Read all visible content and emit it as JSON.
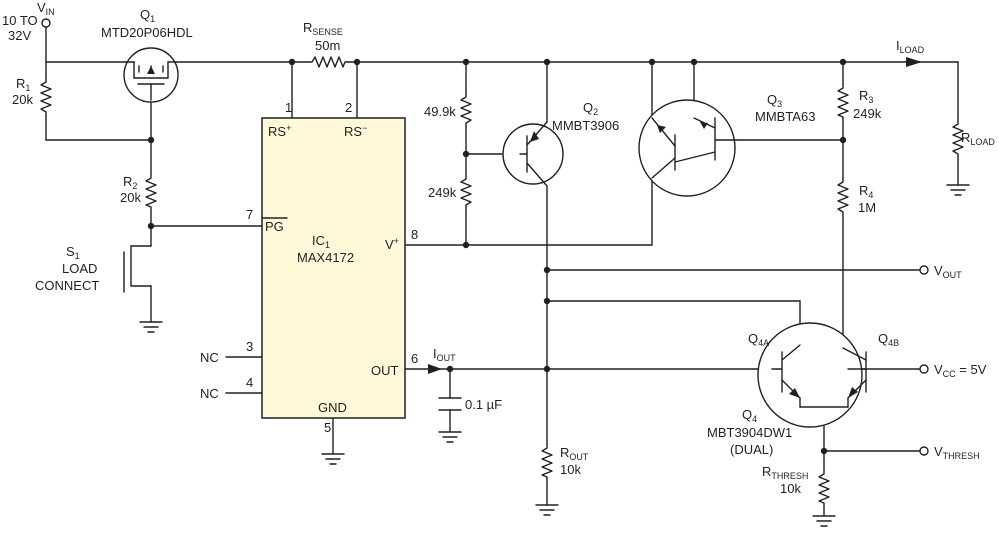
{
  "vin": {
    "main": "V",
    "sub": "IN",
    "range1": "10 TO",
    "range2": "32V"
  },
  "q1": {
    "name": "Q",
    "num": "1",
    "part": "MTD20P06HDL"
  },
  "rsense": {
    "main": "R",
    "sub": "SENSE",
    "value": "50m"
  },
  "r1": {
    "main": "R",
    "sub": "1",
    "value": "20k"
  },
  "r2": {
    "main": "R",
    "sub": "2",
    "value": "20k"
  },
  "s1": {
    "name": "S",
    "sub": "1",
    "line1": "LOAD",
    "line2": "CONNECT"
  },
  "ic1": {
    "name": "IC",
    "sub": "1",
    "part": "MAX4172",
    "rsp": "RS",
    "rsp_sup": "+",
    "rsm": "RS",
    "rsm_sup": "−",
    "pg": "PG",
    "vplus": "V",
    "vplus_sup": "+",
    "out": "OUT",
    "gnd": "GND",
    "pin1": "1",
    "pin2": "2",
    "pin3": "3",
    "pin4": "4",
    "pin5": "5",
    "pin6": "6",
    "pin7": "7",
    "pin8": "8"
  },
  "nc": {
    "a": "NC",
    "b": "NC"
  },
  "iout": {
    "main": "I",
    "sub": "OUT"
  },
  "cap": {
    "value": "0.1 µF"
  },
  "ra": {
    "value": "49.9k"
  },
  "rb": {
    "value": "249k"
  },
  "q2": {
    "name": "Q",
    "sub": "2",
    "part": "MMBT3906"
  },
  "q3": {
    "name": "Q",
    "sub": "3",
    "part": "MMBTA63"
  },
  "r3": {
    "main": "R",
    "sub": "3",
    "value": "249k"
  },
  "r4": {
    "main": "R",
    "sub": "4",
    "value": "1M"
  },
  "iload": {
    "main": "I",
    "sub": "LOAD"
  },
  "rload": {
    "main": "R",
    "sub": "LOAD"
  },
  "vout": {
    "main": "V",
    "sub": "OUT"
  },
  "rout": {
    "main": "R",
    "sub": "OUT",
    "value": "10k"
  },
  "q4": {
    "name": "Q",
    "sub": "4",
    "a_sub": "4A",
    "b_sub": "4B",
    "part": "MBT3904DW1",
    "note": "(DUAL)"
  },
  "vcc": {
    "main": "V",
    "sub": "CC",
    "rest": " = 5V"
  },
  "rthresh": {
    "main": "R",
    "sub": "THRESH",
    "value": "10k"
  },
  "vthresh": {
    "main": "V",
    "sub": "THRESH"
  }
}
